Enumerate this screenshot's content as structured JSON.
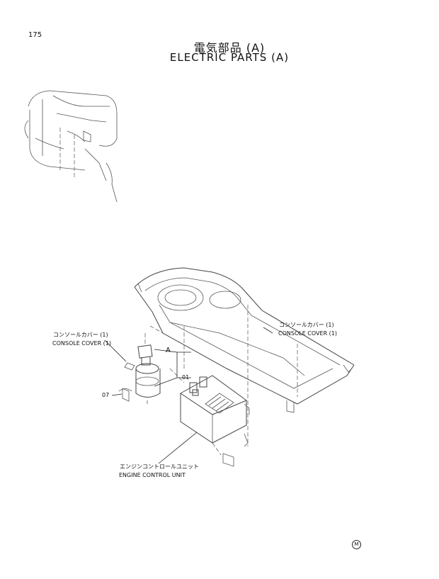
{
  "page_number": "175",
  "title_jp": "電気部品 (A)",
  "title_en": "ELECTRIC PARTS (A)",
  "labels": {
    "console_cover_left_jp": "コンソールカバー (1)",
    "console_cover_left_en": "CONSOLE COVER (1)",
    "console_cover_right_jp": "コンソールカバー (1)",
    "console_cover_right_en": "CONSOLE COVER (1)",
    "callout_a": "A",
    "callout_01": "01",
    "callout_07": "07",
    "engine_control_unit_jp": "エンジンコントロールユニット",
    "engine_control_unit_en": "ENGINE CONTROL UNIT"
  },
  "corner_mark": "M"
}
